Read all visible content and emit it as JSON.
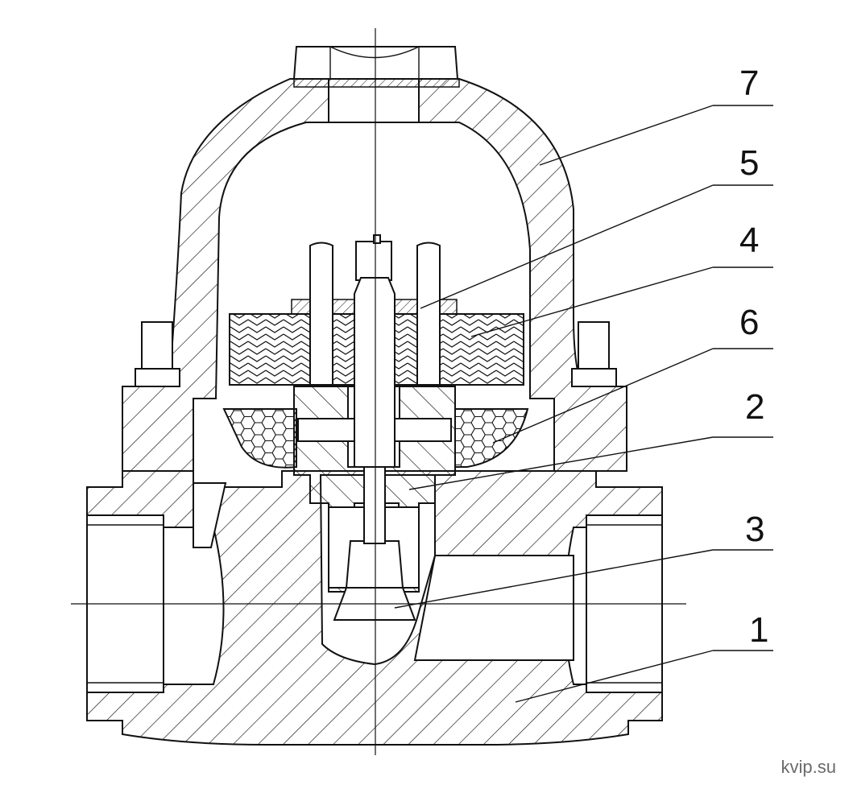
{
  "callouts": [
    {
      "id": "7",
      "label": "7"
    },
    {
      "id": "5",
      "label": "5"
    },
    {
      "id": "4",
      "label": "4"
    },
    {
      "id": "6",
      "label": "6"
    },
    {
      "id": "2",
      "label": "2"
    },
    {
      "id": "3",
      "label": "3"
    },
    {
      "id": "1",
      "label": "1"
    }
  ],
  "watermark": "kvip.su",
  "colors": {
    "ink": "#111111",
    "background": "#ffffff",
    "watermark": "#6b6b6b"
  }
}
